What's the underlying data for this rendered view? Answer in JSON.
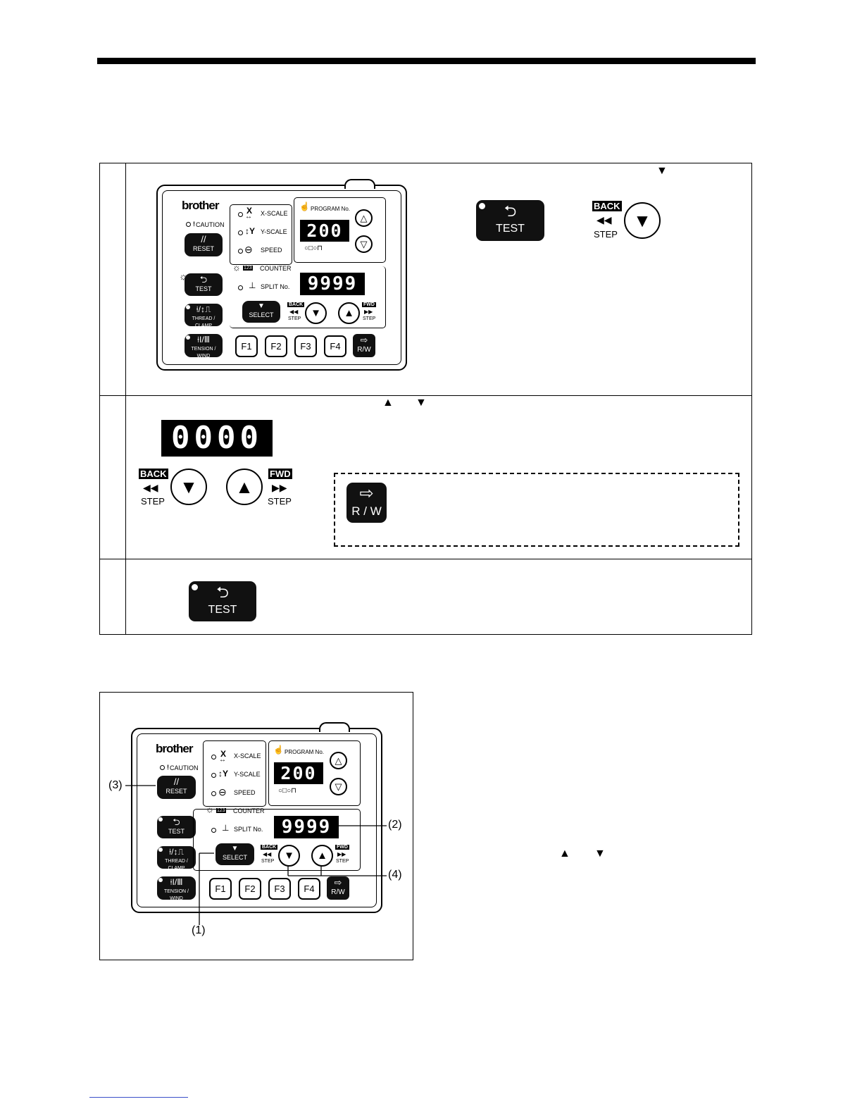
{
  "panel": {
    "brand": "brother",
    "caution": "CAUTION",
    "reset": "RESET",
    "test": "TEST",
    "thread_clamp": "THREAD / CLAMP",
    "tension_wind": "TENSION / WIND",
    "x_scale": "X-SCALE",
    "y_scale": "Y-SCALE",
    "speed": "SPEED",
    "counter": "COUNTER",
    "counter_icon": "123",
    "split": "SPLIT No.",
    "program_no": "PROGRAM No.",
    "program_display": "200",
    "counter_display": "9999",
    "select": "SELECT",
    "back": "BACK",
    "fwd": "FWD",
    "step": "STEP",
    "f1": "F1",
    "f2": "F2",
    "f3": "F3",
    "f4": "F4",
    "rw": "R/W"
  },
  "step1": {
    "test": "TEST",
    "back": "BACK",
    "step": "STEP"
  },
  "step2": {
    "display": "0000",
    "back": "BACK",
    "fwd": "FWD",
    "step": "STEP",
    "rw": "R / W"
  },
  "step3": {
    "test": "TEST"
  },
  "figure": {
    "callouts": [
      "(1)",
      "(2)",
      "(3)",
      "(4)"
    ]
  }
}
